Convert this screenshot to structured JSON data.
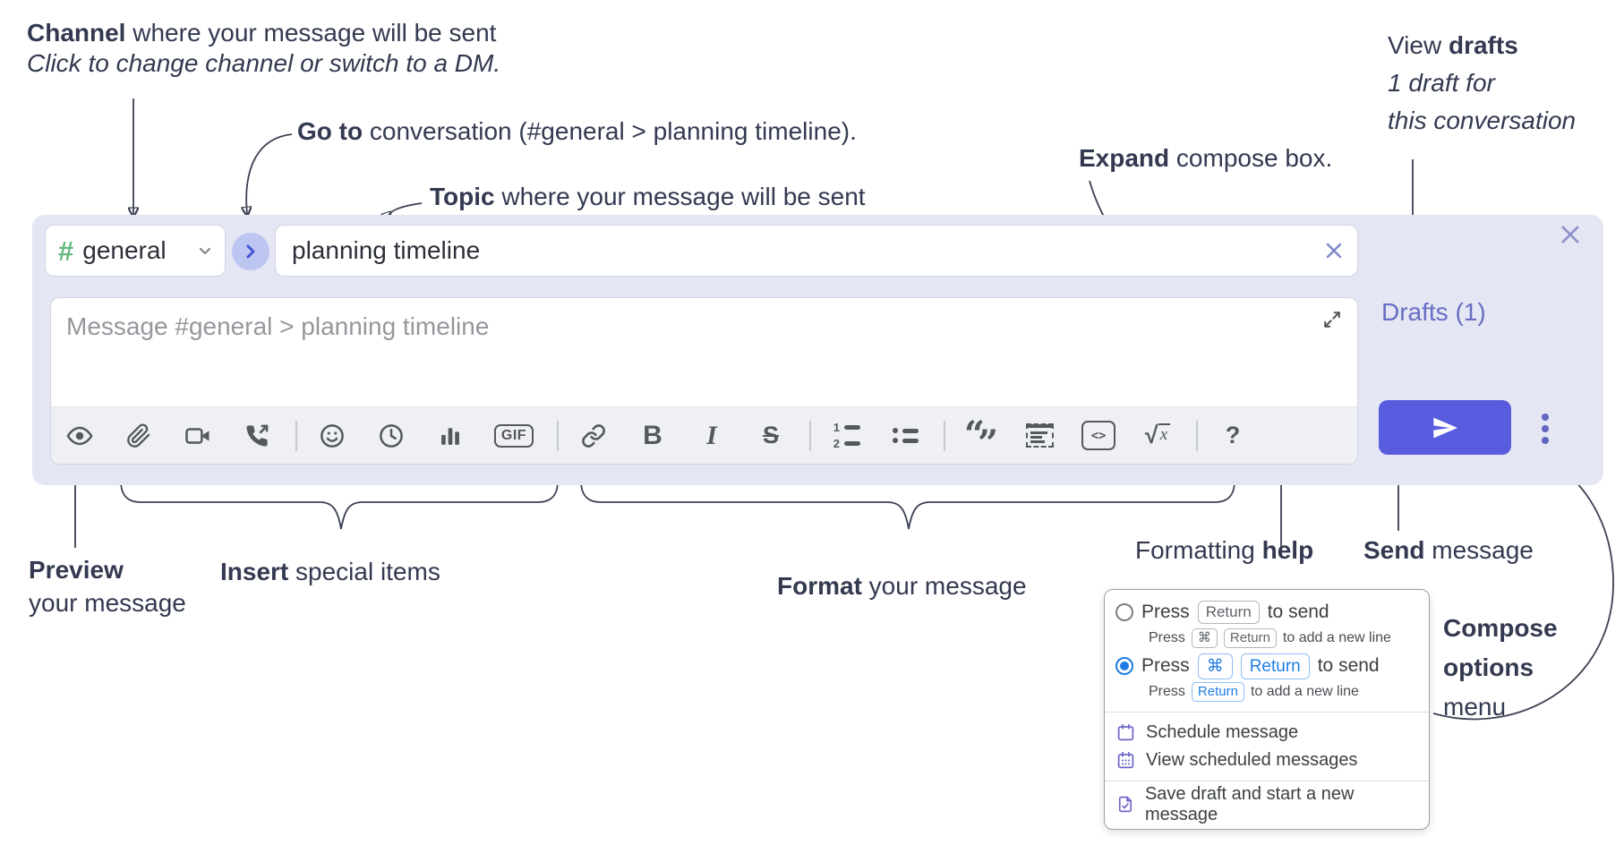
{
  "colors": {
    "annotation_text": "#333950",
    "compose_background": "#e4e6f4",
    "toolbar_background": "#eff0f5",
    "send_button": "#5a5ce0",
    "drafts_link": "#676dc3",
    "channel_hash_green": "#63b87d",
    "goto_button_bg": "#bdc5f1",
    "kbd_blue": "#1f7de4",
    "menu_icon_purple": "#6f67c9",
    "icon_gray": "#54585c"
  },
  "annotations": {
    "channel_bold": "Channel",
    "channel_rest": " where your message will be sent",
    "channel_sub": "Click to change channel or switch to a DM.",
    "goto_bold": "Go to",
    "goto_rest": " conversation (#general > planning timeline).",
    "topic_bold": "Topic",
    "topic_rest": " where your message will be sent",
    "expand_bold": "Expand",
    "expand_rest": " compose box.",
    "drafts_pre": "View ",
    "drafts_bold": "drafts",
    "drafts_line2": "1 draft for",
    "drafts_line3": "this conversation",
    "preview_bold": "Preview",
    "preview_line2": "your message",
    "insert_bold": "Insert",
    "insert_rest": " special items",
    "format_bold": "Format",
    "format_rest": " your message",
    "help_pre": "Formatting ",
    "help_bold": "help",
    "send_bold": "Send",
    "send_rest": " message",
    "opts_line1": "Compose",
    "opts_line2": "options",
    "opts_line3": "menu"
  },
  "compose": {
    "channel_hash": "#",
    "channel_name": "general",
    "topic_value": "planning timeline",
    "message_placeholder": "Message #general > planning timeline",
    "drafts_label": "Drafts (1)",
    "toolbar_icons": [
      "eye-preview",
      "paperclip-attach",
      "video-call",
      "voice-call",
      "emoji",
      "time",
      "poll",
      "gif",
      "link",
      "bold",
      "italic",
      "strikethrough",
      "numbered-list",
      "bulleted-list",
      "quote",
      "spoiler",
      "code",
      "math",
      "help"
    ],
    "gif_label": "GIF",
    "bold_label": "B",
    "italic_label": "I",
    "strike_label": "S",
    "quote_open": "“",
    "quote_close": "”",
    "code_label": "<>",
    "math_sqrt": "√",
    "math_x": "x",
    "ol_num1": "1",
    "ol_num2": "2",
    "help_label": "?"
  },
  "menu": {
    "opt1": {
      "press": "Press",
      "key": "Return",
      "suffix": "to send",
      "sub_press": "Press",
      "sub_key_cmd": "⌘",
      "sub_key_return": "Return",
      "sub_suffix": "to add a new line"
    },
    "opt2": {
      "press": "Press",
      "key_cmd": "⌘",
      "key_return": "Return",
      "suffix": "to send",
      "sub_press": "Press",
      "sub_key_return": "Return",
      "sub_suffix": "to add a new line"
    },
    "item_schedule": "Schedule message",
    "item_view_scheduled": "View scheduled messages",
    "item_save_draft": "Save draft and start a new message"
  }
}
